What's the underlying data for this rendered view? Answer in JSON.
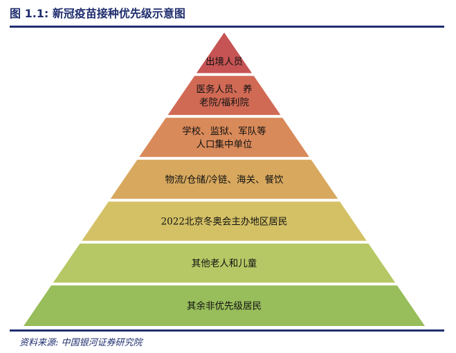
{
  "figure": {
    "title": "图 1.1: 新冠疫苗接种优先级示意图",
    "source": "资料来源: 中国银河证券研究院"
  },
  "pyramid": {
    "tiers": [
      {
        "lines": [
          "出境人员"
        ],
        "color": "#c65454"
      },
      {
        "lines": [
          "医务人员、养",
          "老院/福利院"
        ],
        "color": "#d16a55"
      },
      {
        "lines": [
          "学校、监狱、军队等",
          "人口集中单位"
        ],
        "color": "#d98a5a"
      },
      {
        "lines": [
          "物流/仓储/冷链、海关、餐饮"
        ],
        "color": "#d7a85e"
      },
      {
        "lines": [
          "2022北京冬奥会主办地区居民"
        ],
        "color": "#d4c165"
      },
      {
        "lines": [
          "其他老人和儿童"
        ],
        "color": "#b6c865"
      },
      {
        "lines": [
          "其余非优先级居民"
        ],
        "color": "#98bd5b"
      }
    ]
  }
}
